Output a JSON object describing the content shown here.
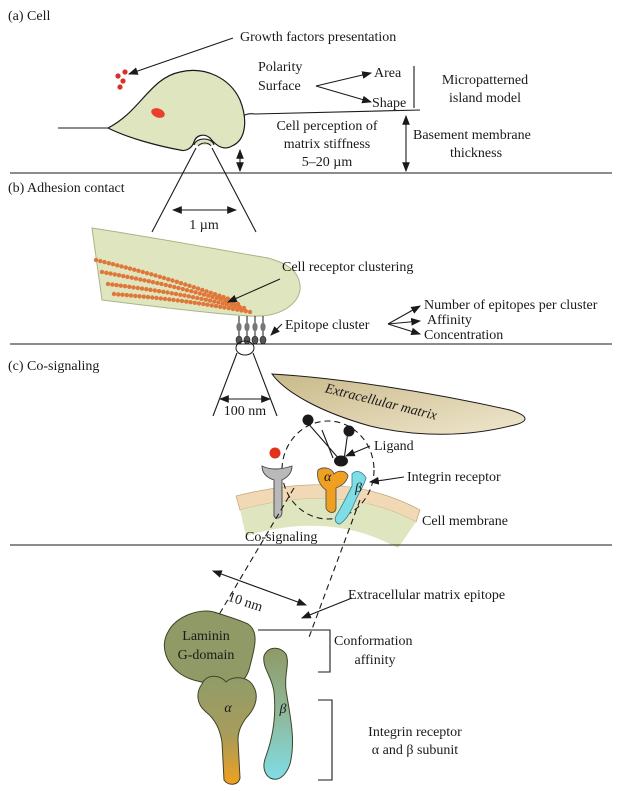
{
  "sections": {
    "cell": {
      "heading": "(a) Cell",
      "growth_factors": "Growth factors presentation",
      "polarity": "Polarity",
      "surface": "Surface",
      "area": "Area",
      "shape": "Shape",
      "micropatterned_line1": "Micropatterned",
      "micropatterned_line2": "island model",
      "perception_line1": "Cell perception of",
      "perception_line2": "matrix stiffness",
      "perception_line3": "5–20 µm",
      "basement_line1": "Basement membrane",
      "basement_line2": "thickness",
      "scale": "1 µm"
    },
    "adhesion": {
      "heading": "(b) Adhesion contact",
      "receptor_clustering": "Cell receptor clustering",
      "epitope_cluster": "Epitope cluster",
      "number_epitopes": "Number of epitopes per cluster",
      "affinity": "Affinity",
      "concentration": "Concentration",
      "scale": "100 nm"
    },
    "cosignaling": {
      "heading": "(c) Co-signaling",
      "extracellular_matrix": "Extracellular matrix",
      "ligand": "Ligand",
      "integrin_receptor": "Integrin receptor",
      "alpha": "α",
      "beta": "β",
      "cell_membrane": "Cell membrane",
      "co_signaling": "Co-signaling"
    },
    "detail": {
      "scale": "10 nm",
      "ecm_epitope": "Extracellular matrix epitope",
      "laminin_line1": "Laminin",
      "laminin_line2": "G-domain",
      "conformation_line1": "Conformation",
      "conformation_line2": "affinity",
      "alpha": "α",
      "beta": "β",
      "integrin_line1": "Integrin receptor",
      "integrin_line2": "α and β subunit"
    }
  },
  "colors": {
    "cell_fill": "#dfe6bf",
    "growth_factor": "#d9302a",
    "nucleus": "#e8402a",
    "receptor_dots": "#e0773a",
    "ecm_fill": "#d8c99a",
    "alpha_subunit": "#f0a020",
    "beta_subunit": "#7fdde6",
    "membrane": "#f2d9b5",
    "laminin": "#8f9a66"
  }
}
